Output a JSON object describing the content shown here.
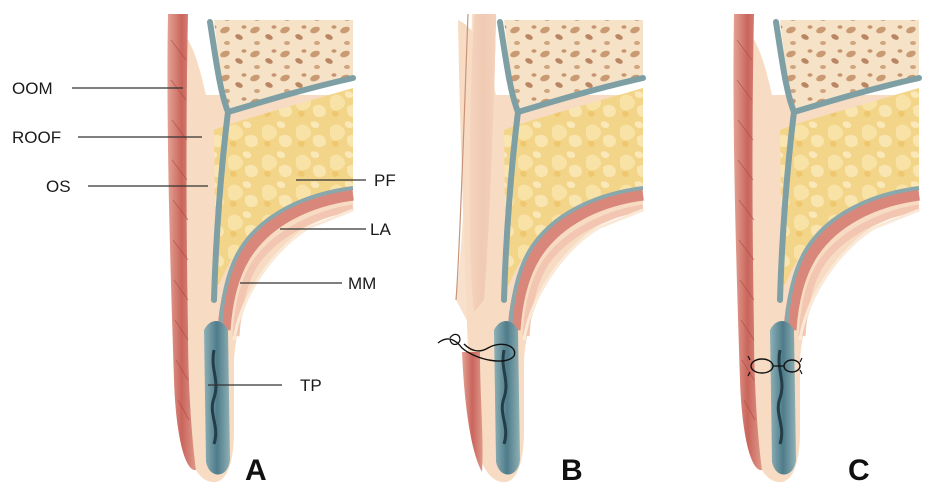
{
  "labels": {
    "oom": "OOM",
    "roof": "ROOF",
    "os": "OS",
    "pf": "PF",
    "la": "LA",
    "mm": "MM",
    "tp": "TP"
  },
  "panels": {
    "a": "A",
    "b": "B",
    "c": "C"
  },
  "colors": {
    "muscle": "#c96b62",
    "muscle_light": "#e29a8c",
    "skin": "#f7dcc3",
    "fat": "#f3d58a",
    "septum": "#7e9fa3",
    "bone": "#f6e2c6",
    "tarsus": "#5f8794"
  }
}
